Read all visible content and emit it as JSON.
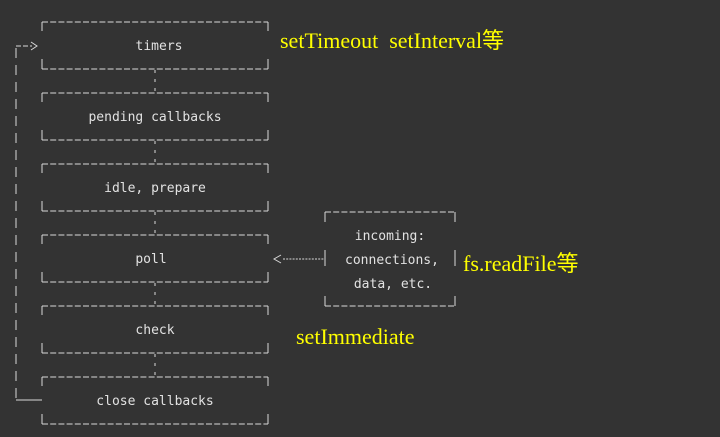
{
  "colors": {
    "background": "#333333",
    "box_text": "#e2e2e2",
    "box_border": "#d8d8d8",
    "annotation": "#ffff00"
  },
  "phases": [
    {
      "label": "timers"
    },
    {
      "label": "pending callbacks"
    },
    {
      "label": "idle, prepare"
    },
    {
      "label": "poll"
    },
    {
      "label": "check"
    },
    {
      "label": "close callbacks"
    }
  ],
  "incoming_box": {
    "lines": [
      "incoming:",
      "connections,",
      "data, etc."
    ]
  },
  "annotations": {
    "timers": "setTimeout  setInterval等",
    "poll": "fs.readFile等",
    "check": "setImmediate"
  }
}
